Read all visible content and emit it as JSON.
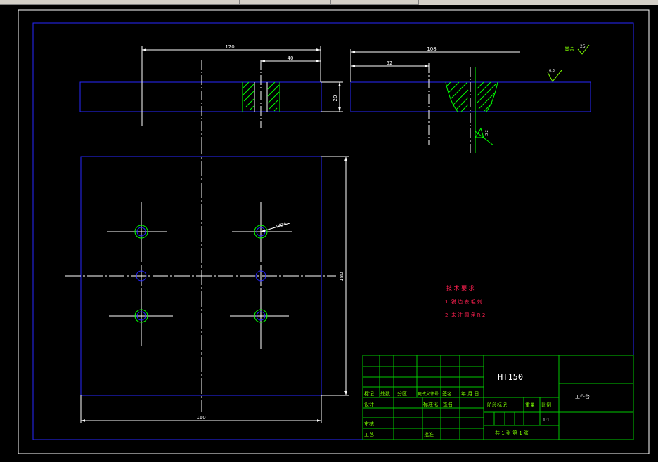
{
  "drawing": {
    "dims": {
      "top_left_total": "120",
      "top_left_offset": "40",
      "top_left_height": "20",
      "top_right_total": "108",
      "top_right_offset": "52",
      "plan_height": "180",
      "plan_width": "160",
      "hole_note": "4XØ8"
    },
    "roughness": {
      "general_prefix": "其余",
      "general_value": "25",
      "top_value": "6.3",
      "side_value": "3.2"
    },
    "tech_requirements": {
      "title": "技 术 要 求",
      "items": [
        "1. 锐 边 去 毛 刺",
        "2. 未 注 圆 角 R 2"
      ]
    },
    "title_block": {
      "material": "HT150",
      "part_name": "工作台",
      "scale_value": "1:1",
      "sheets": "共 1 张  第 1 张",
      "labels": {
        "mark": "标记",
        "count": "处数",
        "zone": "分区",
        "change_doc": "更改文件号",
        "signature": "签名",
        "date": "年 月 日",
        "design": "设计",
        "standardize": "标准化",
        "sign2": "签名",
        "stage_mark": "阶段标记",
        "weight": "重量",
        "scale": "比例",
        "review": "审核",
        "process": "工艺",
        "approve": "批准"
      }
    }
  },
  "colors": {
    "background": "#000000",
    "frame": "#2727ff",
    "lines": "#ffffff",
    "hatch": "#00ff00",
    "title_block": "#00c800",
    "text_red": "#ff2050",
    "text_green": "#7cfc00",
    "text_white": "#ffffff"
  }
}
